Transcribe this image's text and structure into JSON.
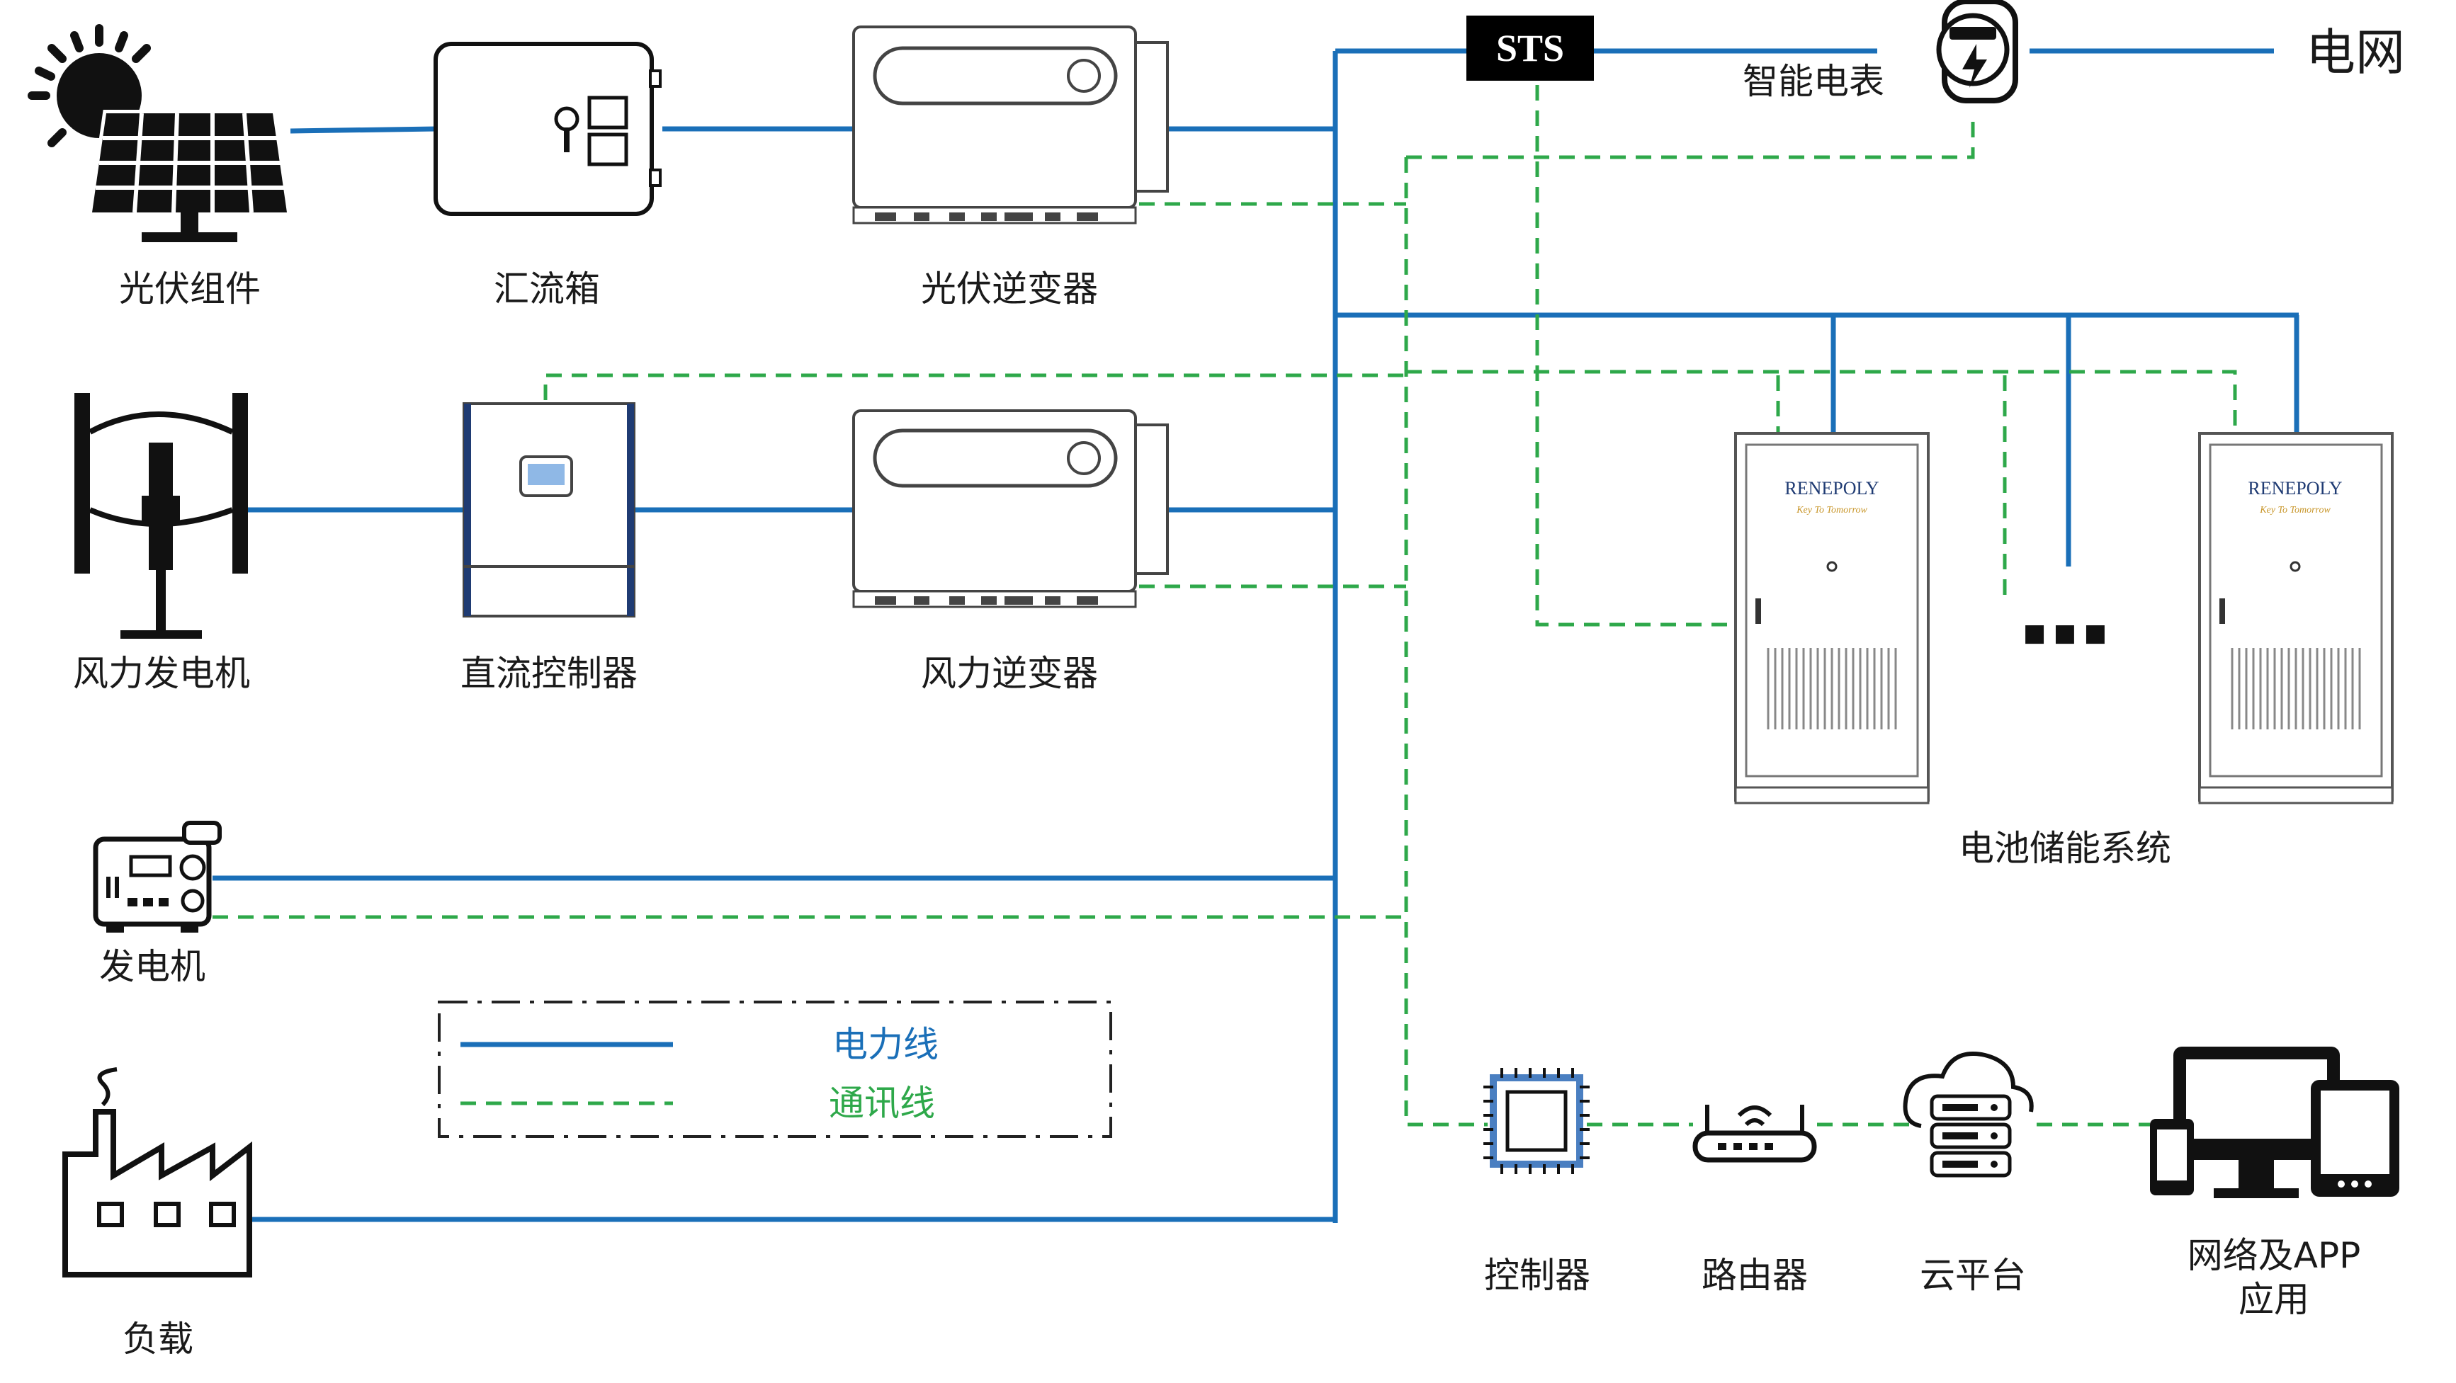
{
  "labels": {
    "pv_modules": "光伏组件",
    "combiner_box": "汇流箱",
    "pv_inverter": "光伏逆变器",
    "wind_turbine": "风力发电机",
    "dc_controller": "直流控制器",
    "wind_inverter": "风力逆变器",
    "generator": "发电机",
    "load": "负载",
    "sts": "STS",
    "smart_meter": "智能电表",
    "grid": "电网",
    "battery_storage": "电池储能系统",
    "controller": "控制器",
    "router": "路由器",
    "cloud_platform": "云平台",
    "network_app_line1": "网络及APP",
    "network_app_line2": "应用",
    "ellipsis": "■ ■ ■"
  },
  "cabinet": {
    "brand": "RENEPOLY",
    "slogan": "Key To Tomorrow"
  },
  "legend": {
    "power_line": "电力线",
    "comm_line": "通讯线",
    "power_color": "#1a6fb8",
    "comm_color": "#2ea84a"
  }
}
